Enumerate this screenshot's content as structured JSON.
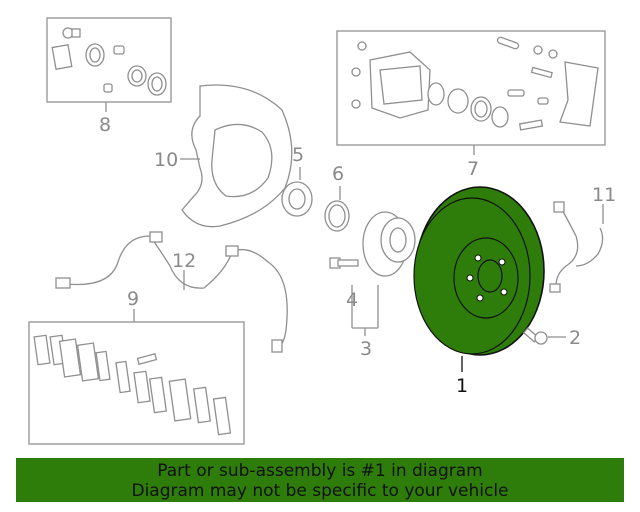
{
  "callouts": {
    "c1": "1",
    "c2": "2",
    "c3": "3",
    "c4": "4",
    "c5": "5",
    "c6": "6",
    "c7": "7",
    "c8": "8",
    "c9": "9",
    "c10": "10",
    "c11": "11",
    "c12": "12"
  },
  "highlight_color": "#2e7d0a",
  "footer": {
    "line1": "Part or sub-assembly is #1 in diagram",
    "line2": "Diagram may not be specific to your vehicle"
  }
}
